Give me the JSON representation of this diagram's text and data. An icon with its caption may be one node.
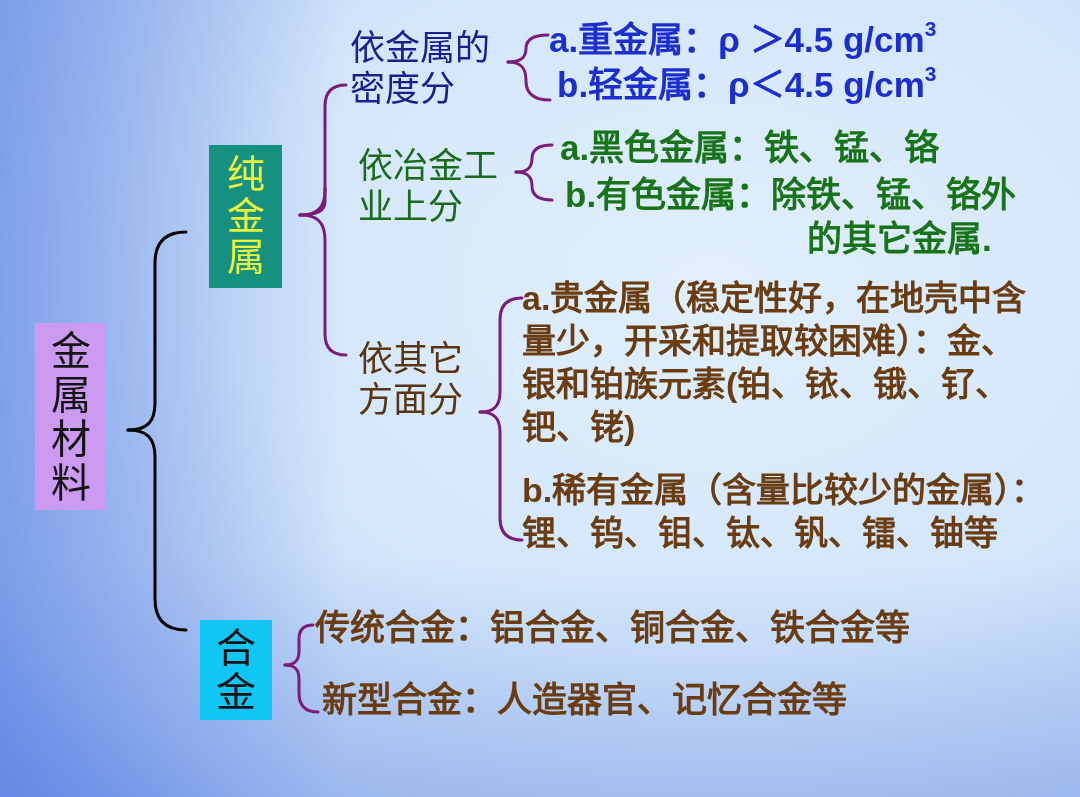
{
  "diagram": {
    "nodes": [
      {
        "text": [
          "金属材料"
        ]
      },
      {
        "text": [
          "纯金属"
        ]
      },
      {
        "text": [
          "依金属的密度分"
        ]
      },
      {
        "text": [
          "a.重金属：ρ ＞4.5 g/cm$^{3}$"
        ]
      },
      {
        "text": [
          "b.轻金属：ρ＜4.5 g/cm$^{3}$"
        ]
      },
      {
        "text": [
          "依冶金工业上分"
        ]
      },
      {
        "text": [
          "a.黑色金属：铁、锰、铬"
        ]
      },
      {
        "text": [
          "b.有色金属：除铁、锰、铬外的其它金属."
        ]
      },
      {
        "text": [
          "依其它方面分"
        ]
      },
      {
        "text": [
          "a.贵金属（稳定性好，在地壳中含量少，开采和提取较困难）：金、银和铂族元素(铂、铱、锇、钌、钯、铑)"
        ]
      },
      {
        "text": [
          "b.稀有金属（含量比较少的金属）：锂、钨、钼、钛、钒、镭、铀等"
        ]
      },
      {
        "text": [
          "合金"
        ]
      },
      {
        "text": [
          "传统合金：铝合金、铜合金、铁合金等"
        ]
      },
      {
        "text": [
          "新型合金：人造器官、记忆合金等"
        ]
      }
    ],
    "edges": [
      {
        "from": 0,
        "to": 1,
        "arrow": "none",
        "color": "#000000"
      },
      {
        "from": 0,
        "to": 11,
        "arrow": "none",
        "color": "#000000"
      },
      {
        "from": 1,
        "to": 2,
        "arrow": "none"
      },
      {
        "from": 1,
        "to": 5,
        "arrow": "none"
      },
      {
        "from": 1,
        "to": 8,
        "arrow": "none"
      },
      {
        "from": 2,
        "to": 3,
        "arrow": "none"
      },
      {
        "from": 2,
        "to": 4,
        "arrow": "none"
      },
      {
        "from": 5,
        "to": 6,
        "arrow": "none"
      },
      {
        "from": 5,
        "to": 7,
        "arrow": "none"
      },
      {
        "from": 8,
        "to": 9,
        "arrow": "none"
      },
      {
        "from": 8,
        "to": 10,
        "arrow": "none"
      },
      {
        "from": 11,
        "to": 12,
        "arrow": "none"
      },
      {
        "from": 11,
        "to": 13,
        "arrow": "none"
      }
    ]
  }
}
